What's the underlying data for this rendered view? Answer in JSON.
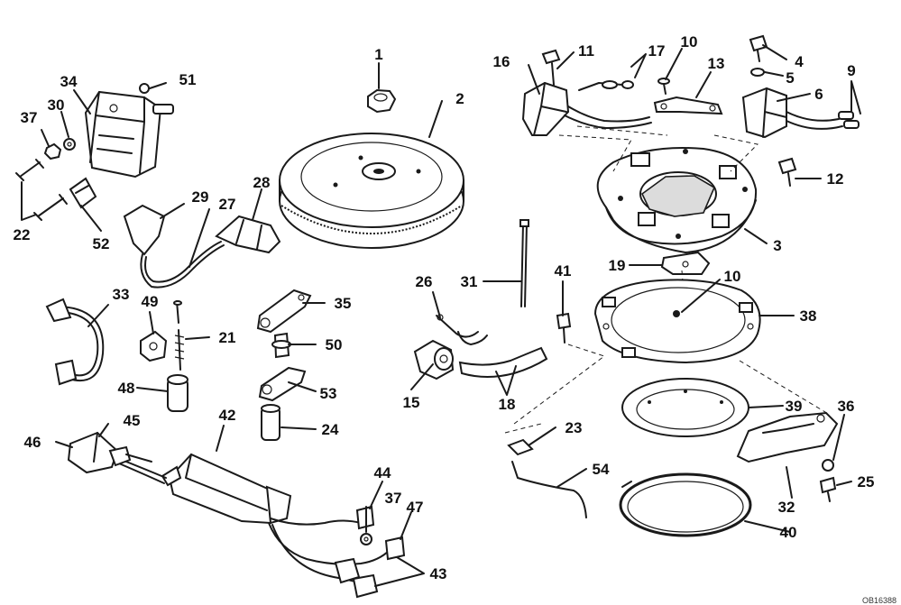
{
  "diagram": {
    "labels": [
      "1",
      "2",
      "3",
      "4",
      "5",
      "6",
      "9",
      "10",
      "10",
      "11",
      "12",
      "13",
      "15",
      "16",
      "17",
      "18",
      "19",
      "21",
      "22",
      "23",
      "24",
      "25",
      "26",
      "27",
      "28",
      "29",
      "30",
      "31",
      "32",
      "33",
      "34",
      "35",
      "36",
      "37",
      "37",
      "38",
      "39",
      "40",
      "41",
      "42",
      "43",
      "44",
      "45",
      "46",
      "47",
      "48",
      "49",
      "50",
      "51",
      "52",
      "53",
      "54"
    ],
    "footer_code": "OB16388"
  }
}
